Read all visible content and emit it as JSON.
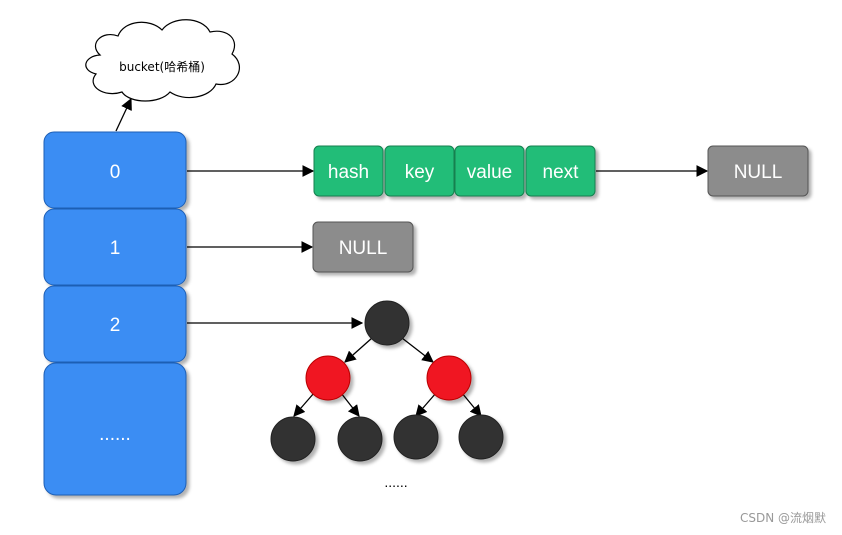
{
  "cloud": {
    "label": "bucket(哈希桶)"
  },
  "buckets": [
    {
      "label": "0"
    },
    {
      "label": "1"
    },
    {
      "label": "2"
    },
    {
      "label": "......"
    }
  ],
  "node_fields": [
    "hash",
    "key",
    "value",
    "next"
  ],
  "null_label_row0": "NULL",
  "null_label_row1": "NULL",
  "tree_ellipsis": "......",
  "watermark": "CSDN @流烟默",
  "colors": {
    "bucket": "#3b8df3",
    "node_field": "#21bd78",
    "null_box": "#8c8c8c",
    "tree_black": "#333333",
    "tree_red": "#f01522"
  }
}
